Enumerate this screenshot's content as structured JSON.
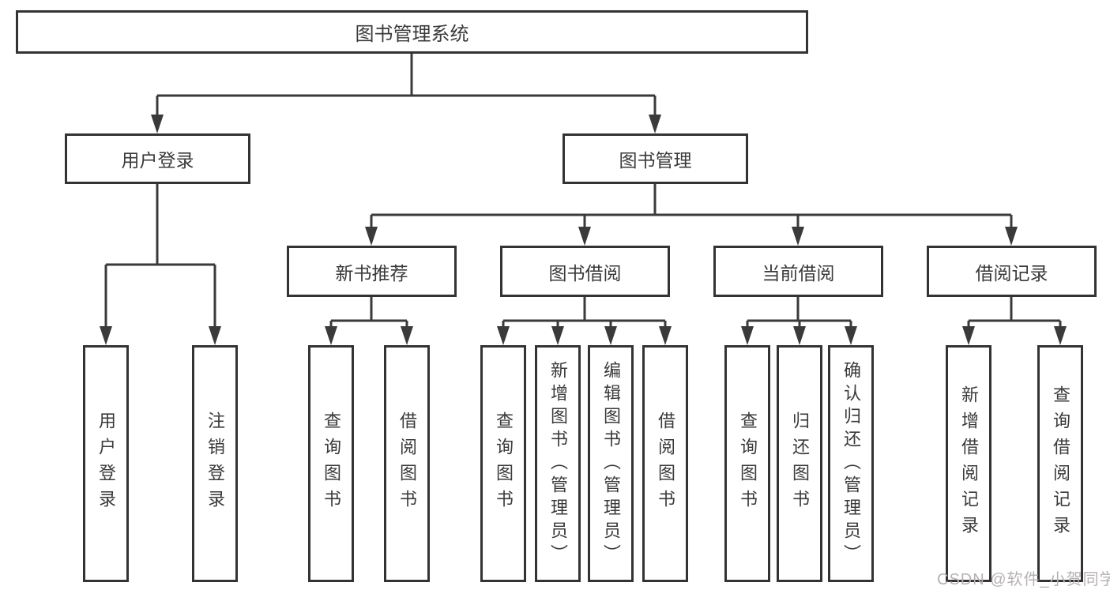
{
  "diagram": {
    "root": {
      "label": "图书管理系统"
    },
    "branches": [
      {
        "label": "用户登录",
        "children": [
          {
            "label": "用户登录"
          },
          {
            "label": "注销登录"
          }
        ]
      },
      {
        "label": "图书管理",
        "children": [
          {
            "label": "新书推荐",
            "children": [
              {
                "label": "查询图书"
              },
              {
                "label": "借阅图书"
              }
            ]
          },
          {
            "label": "图书借阅",
            "children": [
              {
                "label": "查询图书"
              },
              {
                "label": "新增图书（管理员）"
              },
              {
                "label": "编辑图书（管理员）"
              },
              {
                "label": "借阅图书"
              }
            ]
          },
          {
            "label": "当前借阅",
            "children": [
              {
                "label": "查询图书"
              },
              {
                "label": "归还图书"
              },
              {
                "label": "确认归还（管理员）"
              }
            ]
          },
          {
            "label": "借阅记录",
            "children": [
              {
                "label": "新增借阅记录"
              },
              {
                "label": "查询借阅记录"
              }
            ]
          }
        ]
      }
    ]
  },
  "watermark": {
    "text": "CSDN @软件_小贺同学"
  },
  "colors": {
    "line": "#3a3a3a",
    "box_border": "#333333",
    "text": "#3a3a3a",
    "watermark": "#b7b2b2",
    "background": "#ffffff"
  }
}
